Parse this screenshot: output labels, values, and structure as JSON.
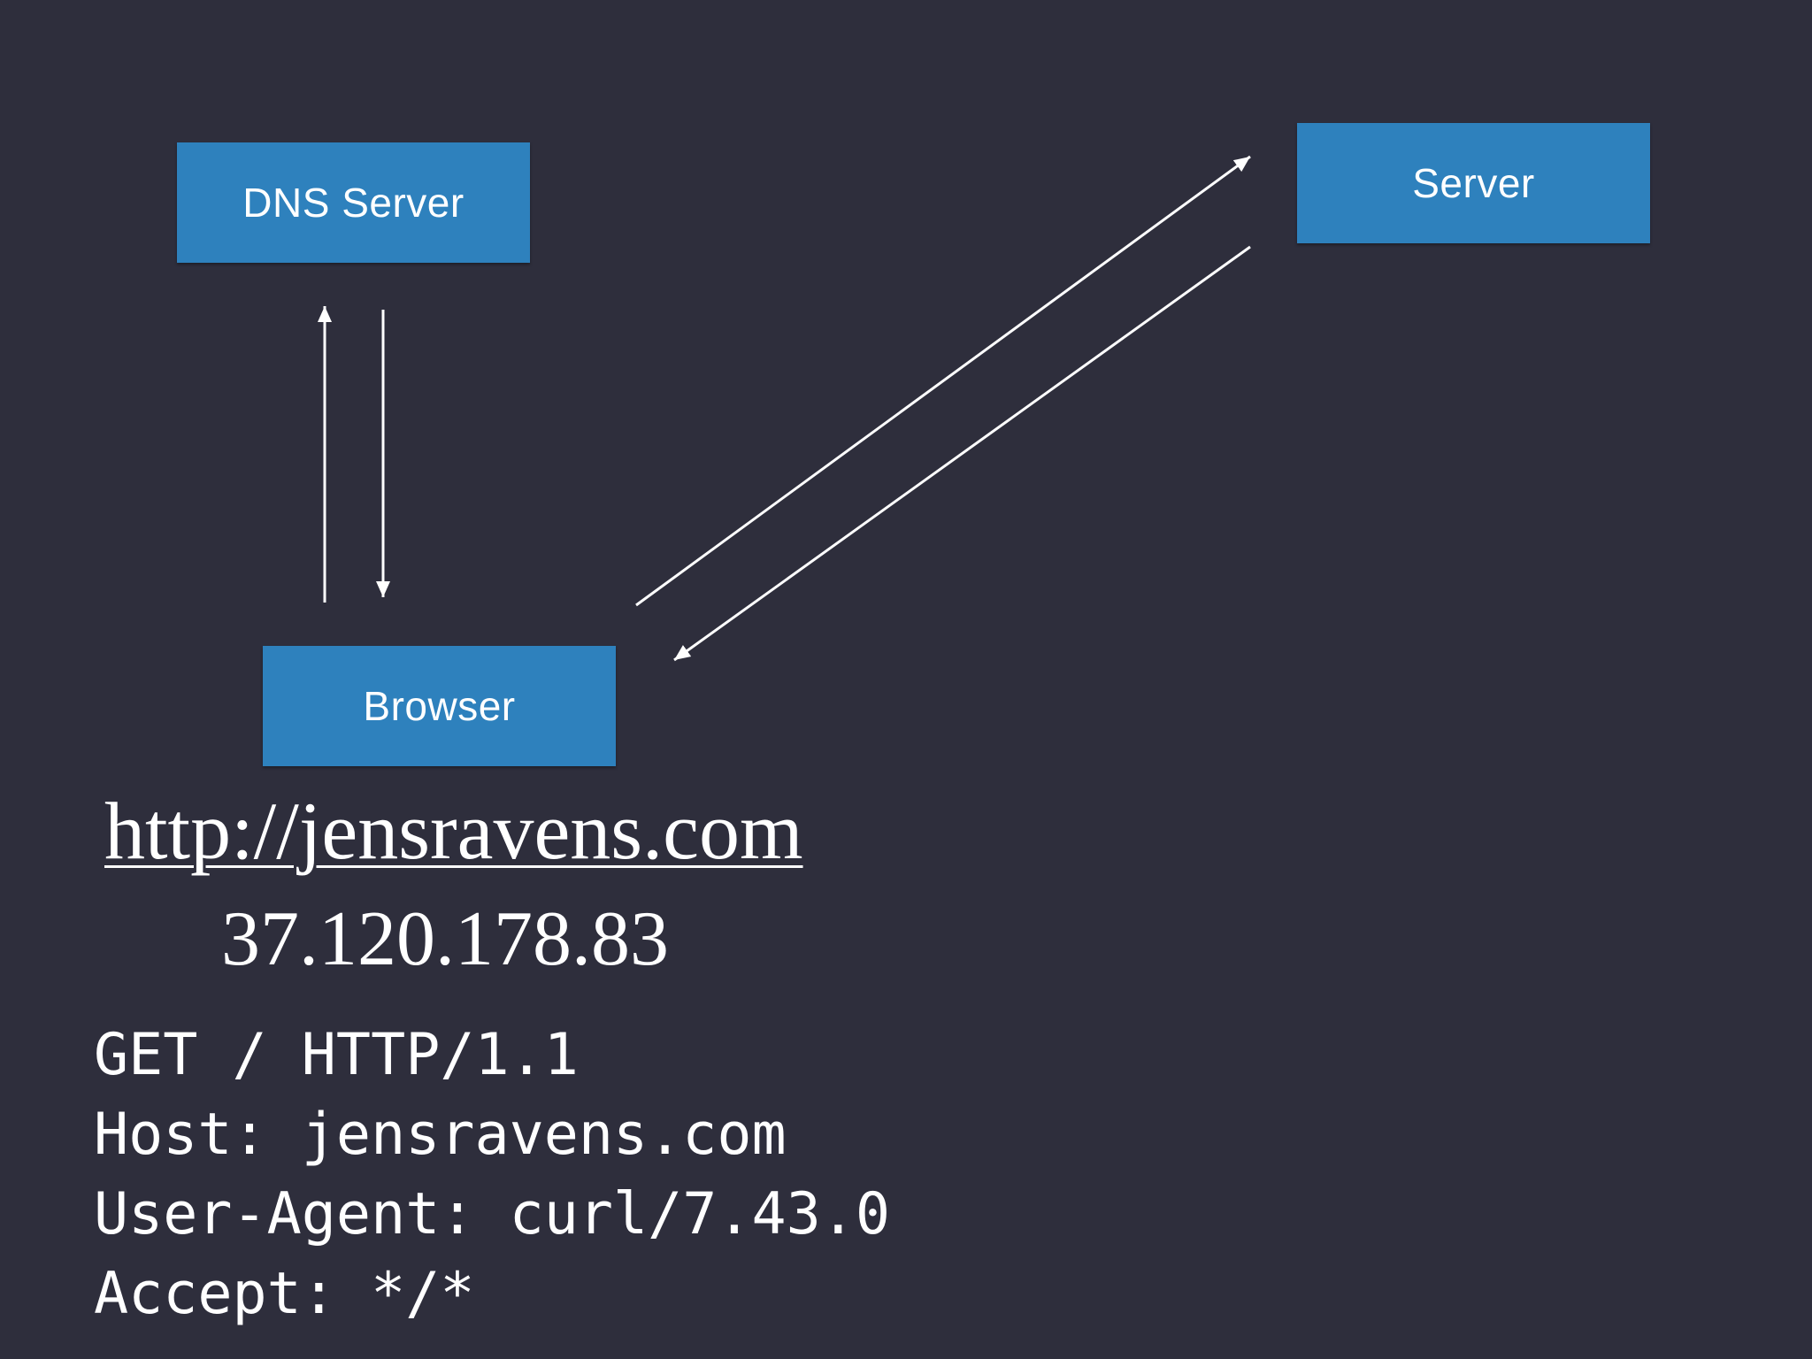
{
  "nodes": {
    "dns_server": "DNS Server",
    "server": "Server",
    "browser": "Browser"
  },
  "url": "http://jensravens.com",
  "ip_address": "37.120.178.83",
  "http_request": [
    "GET / HTTP/1.1",
    "Host: jensravens.com",
    "User-Agent: curl/7.43.0",
    "Accept: */*"
  ],
  "colors": {
    "background": "#2e2e3c",
    "node_fill": "#2e81bd",
    "text": "#ffffff",
    "arrow": "#ffffff"
  }
}
